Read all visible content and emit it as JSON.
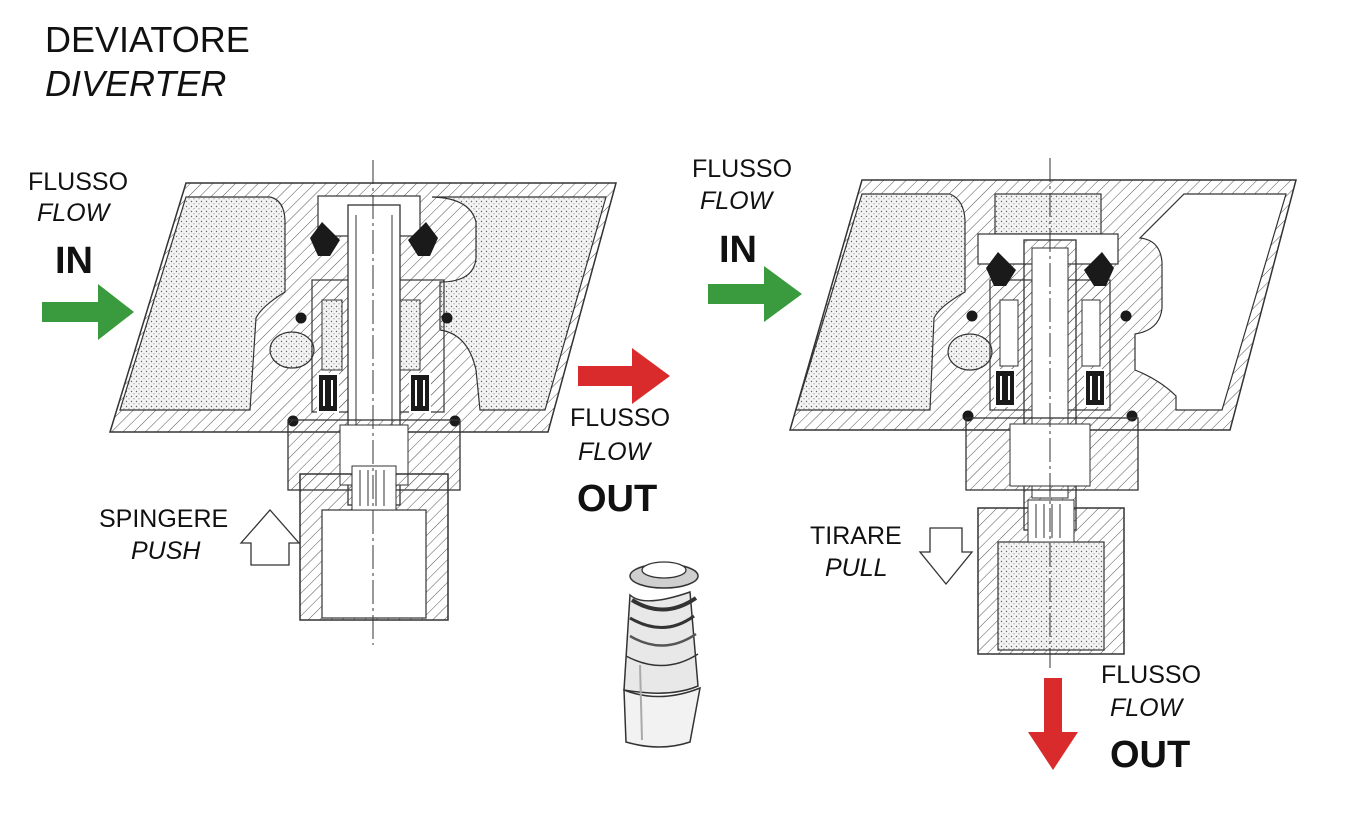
{
  "title": {
    "line1": "DEVIATORE",
    "line2": "DIVERTER"
  },
  "left": {
    "flow_in": {
      "it": "FLUSSO",
      "en": "FLOW",
      "big": "IN"
    },
    "action": {
      "it": "SPINGERE",
      "en": "PUSH"
    },
    "flow_out": {
      "it": "FLUSSO",
      "en": "FLOW",
      "big": "OUT"
    }
  },
  "right": {
    "flow_in": {
      "it": "FLUSSO",
      "en": "FLOW",
      "big": "IN"
    },
    "action": {
      "it": "TIRARE",
      "en": "PULL"
    },
    "flow_out": {
      "it": "FLUSSO",
      "en": "FLOW",
      "big": "OUT"
    }
  },
  "colors": {
    "in_arrow": "#3a9a3e",
    "out_arrow": "#d92b2b",
    "outline": "#333333"
  },
  "icons": [
    "arrow-right-green",
    "arrow-right-red",
    "arrow-down-red",
    "push-arrow-up",
    "pull-arrow-down",
    "valve-cartridge-3d"
  ]
}
